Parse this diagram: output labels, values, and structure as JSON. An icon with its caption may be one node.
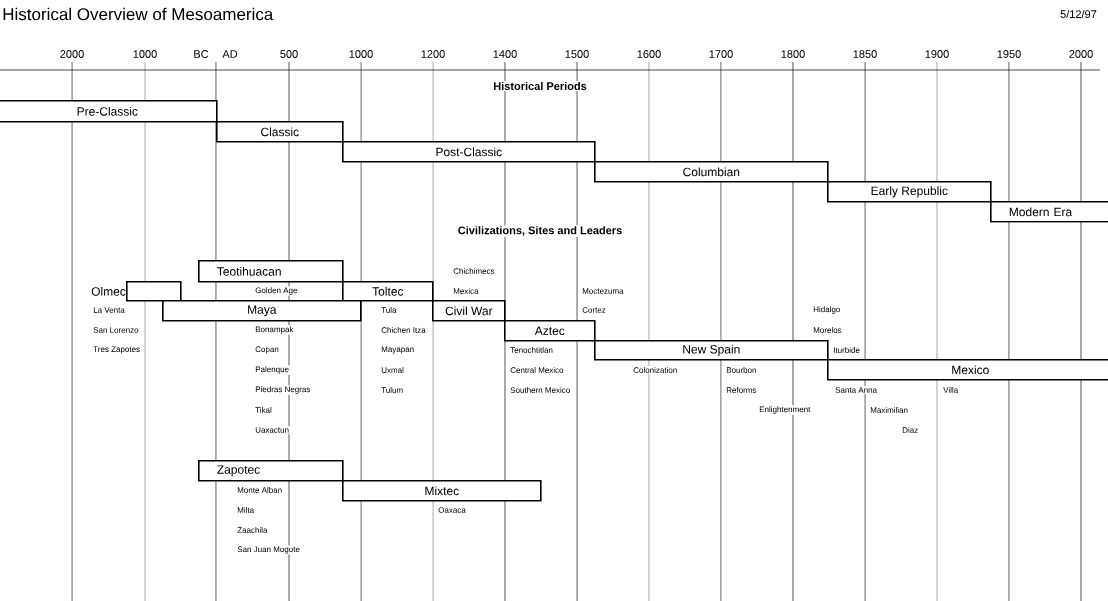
{
  "diagram": {
    "title": "Historical Overview of Mesoamerica",
    "nodes": [
      {
        "text": [
          "Pre-Classic"
        ]
      },
      {
        "text": [
          "Classic"
        ]
      },
      {
        "text": [
          "Post-Classic"
        ]
      },
      {
        "text": [
          "Columbian"
        ]
      },
      {
        "text": [
          "Early Republic"
        ]
      },
      {
        "text": [
          "Modern Era"
        ]
      },
      {
        "text": [
          "Teotihuacan"
        ]
      },
      {
        "text": [
          "Olmec"
        ]
      },
      {
        "text": [
          "Toltec"
        ]
      },
      {
        "text": [
          "Maya"
        ]
      },
      {
        "text": [
          "Civil War"
        ]
      },
      {
        "text": [
          "Aztec"
        ]
      },
      {
        "text": [
          "New Spain"
        ]
      },
      {
        "text": [
          "Mexico"
        ]
      },
      {
        "text": [
          "Zapotec"
        ]
      },
      {
        "text": [
          "Mixtec"
        ]
      }
    ],
    "labels": [
      "5/12/97",
      "2000",
      "1000",
      "BC",
      "AD",
      "500",
      "1000",
      "1200",
      "1400",
      "1500",
      "1600",
      "1700",
      "1800",
      "1850",
      "1900",
      "1950",
      "2000",
      "Historical Periods",
      "Civilizations, Sites and Leaders",
      "Chichimecs",
      "Golden Age",
      "Mexica",
      "Moctezuma",
      "La Venta",
      "Tula",
      "Cortez",
      "Hidalgo",
      "San Lorenzo",
      "Bonampak",
      "Chichen Itza",
      "Morelos",
      "Tres Zapotes",
      "Copan",
      "Mayapan",
      "Tenochtitlan",
      "Iturbide",
      "Palenque",
      "Uxmal",
      "Central Mexico",
      "Colonization",
      "Bourbon",
      "Piedras Negras",
      "Tulum",
      "Southern Mexico",
      "Reforms",
      "Santa Anna",
      "Villa",
      "Tikal",
      "Enlightenment",
      "Maximilian",
      "Uaxactun",
      "Diaz",
      "Monte Alban",
      "Milta",
      "Oaxaca",
      "Zaachila",
      "San Juan Mogote"
    ]
  }
}
